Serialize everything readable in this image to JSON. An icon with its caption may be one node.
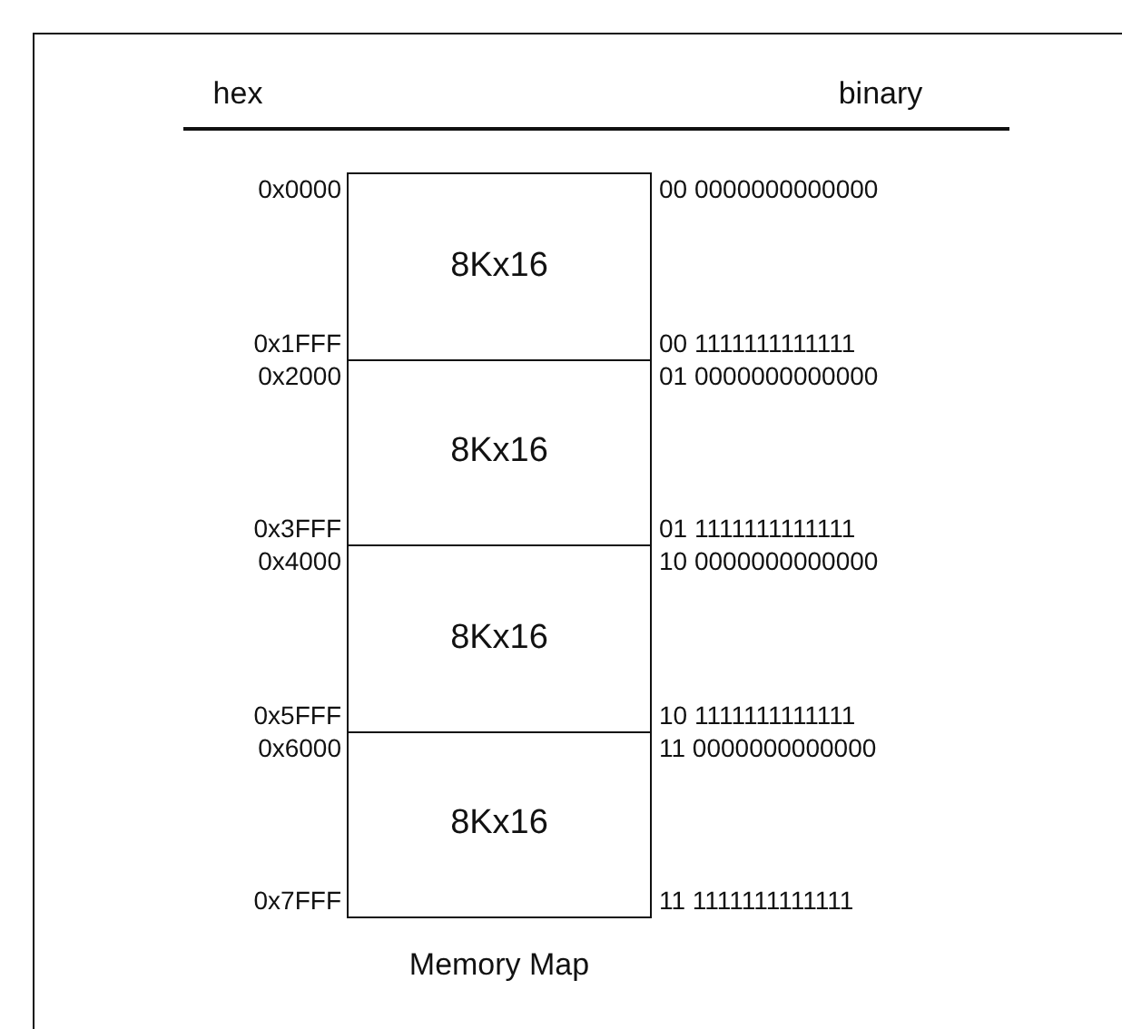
{
  "diagram": {
    "caption": "Memory Map",
    "nodes": [
      {
        "text": [
          "8Kx16"
        ]
      },
      {
        "text": [
          "8Kx16"
        ]
      },
      {
        "text": [
          "8Kx16"
        ]
      },
      {
        "text": [
          "8Kx16"
        ]
      }
    ],
    "edges": [],
    "labels": [
      "hex",
      "binary",
      "0x0000",
      "00 0000000000000",
      "0x1FFF",
      "00 1111111111111",
      "0x2000",
      "01 0000000000000",
      "0x3FFF",
      "01 1111111111111",
      "0x4000",
      "10 0000000000000",
      "0x5FFF",
      "10 1111111111111",
      "0x6000",
      "11 0000000000000",
      "0x7FFF",
      "11 1111111111111"
    ]
  }
}
